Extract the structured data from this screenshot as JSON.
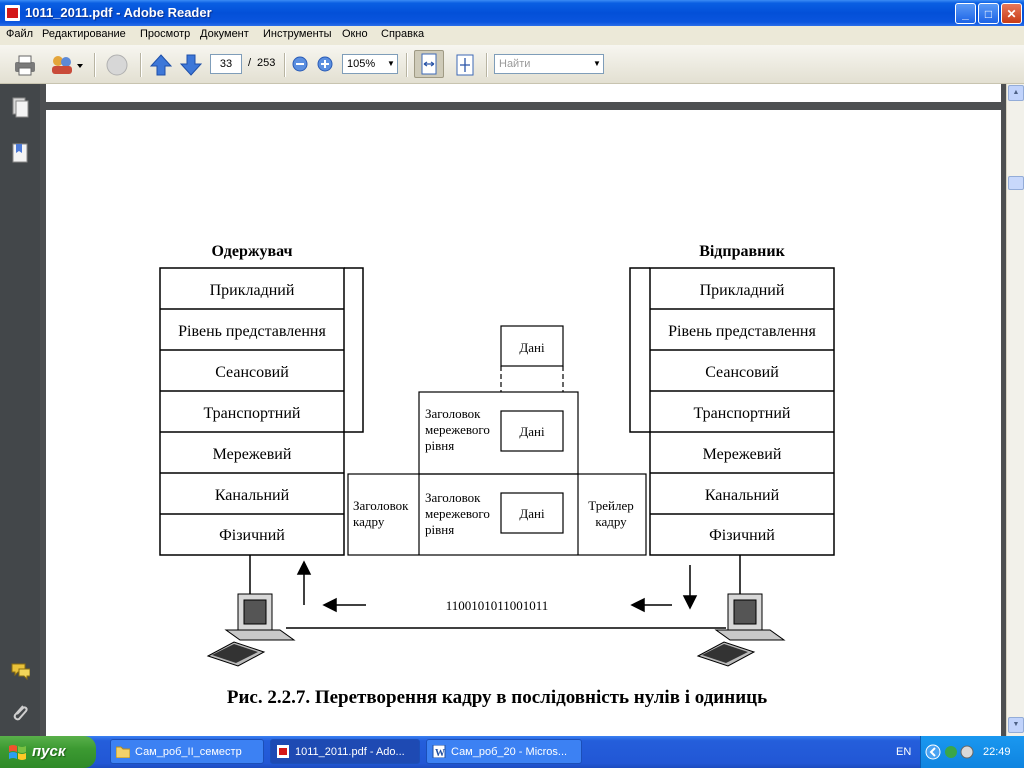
{
  "window": {
    "title": "1011_2011.pdf - Adobe Reader",
    "min": "_",
    "max": "□",
    "close": "✕"
  },
  "menu": [
    "Файл",
    "Редактирование",
    "Просмотр",
    "Документ",
    "Инструменты",
    "Окно",
    "Справка"
  ],
  "toolbar": {
    "page_current": "33",
    "page_sep": "/",
    "page_total": "253",
    "zoom": "105%",
    "find_placeholder": "Найти"
  },
  "diagram": {
    "receiver_title": "Одержувач",
    "sender_title": "Відправник",
    "layers": [
      "Прикладний",
      "Рівень представлення",
      "Сеансовий",
      "Транспортний",
      "Мережевий",
      "Канальний",
      "Фізичний"
    ],
    "data_label": "Дані",
    "network_header": [
      "Заголовок",
      "мережевого",
      "рівня"
    ],
    "frame_header": [
      "Заголовок",
      "кадру"
    ],
    "frame_trailer": [
      "Трейлер",
      "кадру"
    ],
    "bits": "1100101011001011",
    "caption": "Рис. 2.2.7. Перетворення кадру в послідовність нулів і одиниць"
  },
  "taskbar": {
    "start": "пуск",
    "tasks": [
      "Сам_роб_II_семестр",
      "1011_2011.pdf - Ado...",
      "Сам_роб_20 - Micros..."
    ],
    "lang": "EN",
    "clock": "22:49"
  },
  "colors": {
    "titlebar": "#0350d8",
    "taskbar": "#245edb",
    "start": "#3c9a32",
    "navbar": "#43474a"
  }
}
